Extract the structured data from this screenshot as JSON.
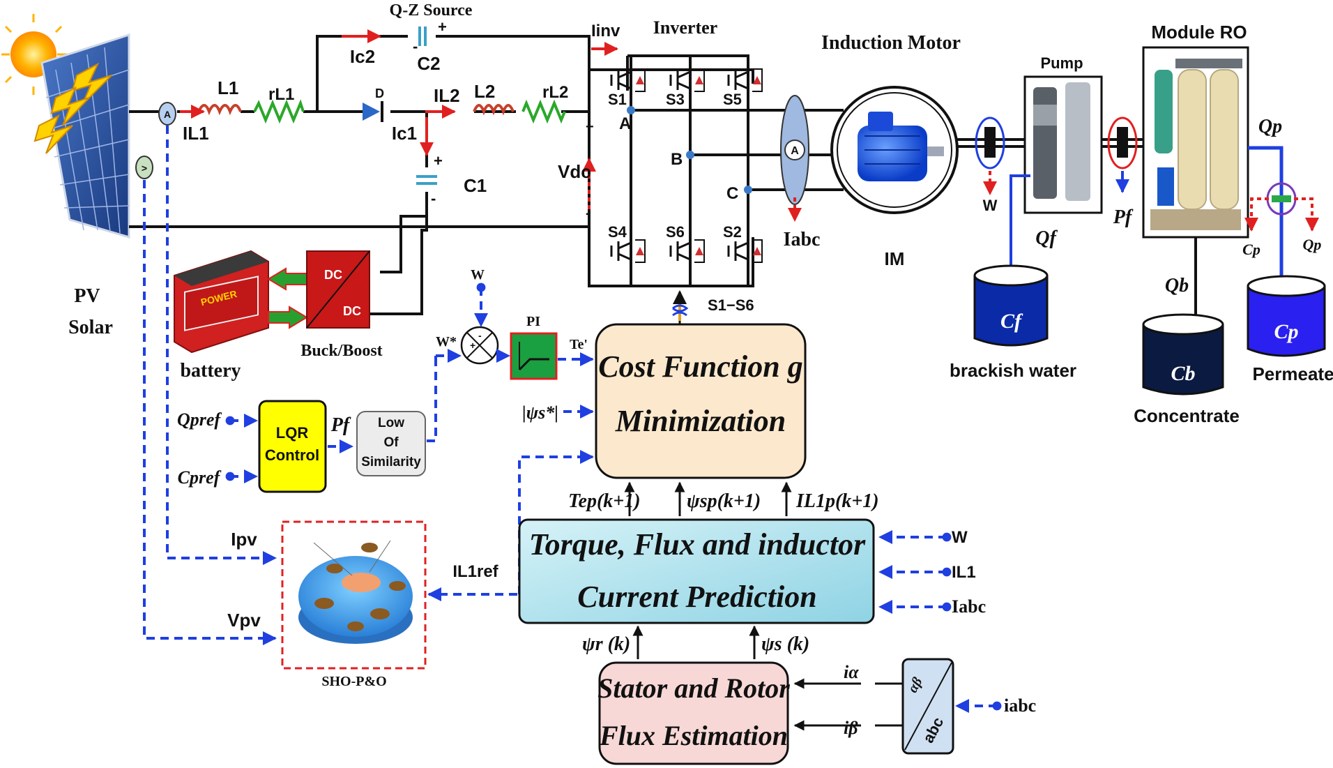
{
  "source": {
    "pv_label": "PV",
    "solar_label": "Solar",
    "qz_source_title": "Q-Z Source",
    "L1": "L1",
    "rL1": "rL1",
    "D": "D",
    "IL2": "IL2",
    "L2": "L2",
    "rL2": "rL2",
    "Ic2": "Ic2",
    "C2": "C2",
    "Ic1": "Ic1",
    "C1": "C1",
    "IL1": "IL1",
    "ammeter": "A",
    "voltmeter": ">"
  },
  "inverter": {
    "title": "Inverter",
    "Iinv": "Iinv",
    "Vdc": "Vdc",
    "switches": [
      "S1",
      "S3",
      "S5",
      "S4",
      "S6",
      "S2"
    ],
    "phases": [
      "A",
      "B",
      "C"
    ],
    "gate_signal": "S1−S6",
    "plus": "+",
    "minus": "-"
  },
  "motor": {
    "title": "Induction Motor",
    "im": "IM",
    "Iabc": "Iabc",
    "ammeter": "A"
  },
  "ro_system": {
    "pump": "Pump",
    "module": "Module  RO",
    "W": "W",
    "Qf": "Qf",
    "Pf": "Pf",
    "Qp": "Qp",
    "Qb": "Qb",
    "Cp_small": "Cp",
    "Qp_small": "Qp",
    "tank_cf": "Cf",
    "tank_cb": "Cb",
    "tank_cp": "Cp",
    "brackish": "brackish water",
    "concentrate": "Concentrate",
    "permeate": "Permeate"
  },
  "storage": {
    "battery": "battery",
    "buck_boost": "Buck/Boost",
    "dc1": "DC",
    "dc2": "DC"
  },
  "control": {
    "W_top": "W",
    "W_star": "W*",
    "pi": "PI",
    "Te_ref": "Te'",
    "psi_ref": "|ψs*|",
    "cost_line1": "Cost Function g",
    "cost_line2": "Minimization",
    "lqr_line1": "LQR",
    "lqr_line2": "Control",
    "Qpref": "Qpref",
    "Cpref": "Cpref",
    "Pf": "Pf",
    "low_line1": "Low",
    "low_line2": "Of",
    "low_line3": "Similarity",
    "Ipv": "Ipv",
    "Vpv": "Vpv",
    "sho": "SHO-P&O",
    "IL1ref": "IL1ref",
    "Te_pred": "Tep(k+1)",
    "psi_pred": "ψsp(k+1)",
    "IL_pred": "IL1p(k+1)",
    "pred_line1": "Torque, Flux and inductor",
    "pred_line2": "Current Prediction",
    "in_W": "W",
    "in_IL1": "IL1",
    "in_Iabc": "Iabc",
    "psi_r": "ψr (k)",
    "psi_s": "ψs (k)",
    "est_line1": "Stator and Rotor",
    "est_line2": "Flux Estimation",
    "i_alpha": "iα",
    "i_beta": "iβ",
    "iabc": "iabc",
    "ab_top": "αβ",
    "ab_bottom": "abc"
  }
}
